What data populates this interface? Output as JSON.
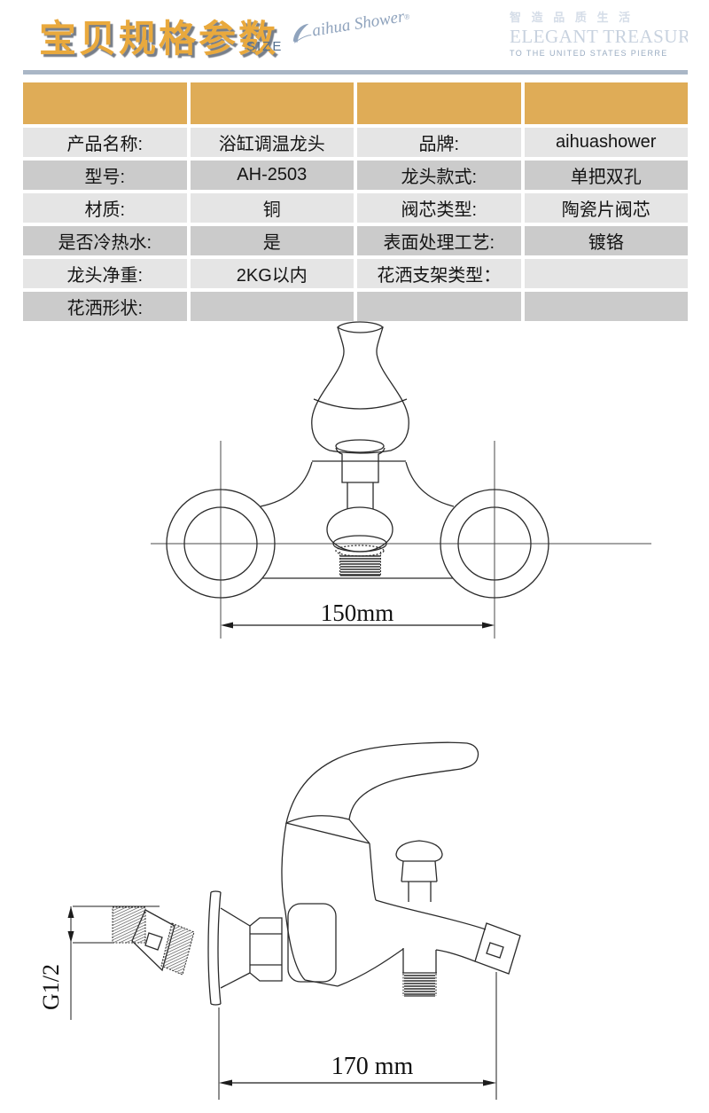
{
  "banner": {
    "title": "宝贝规格参数",
    "size_tag": "SIZE",
    "logo_text": "aihua Shower",
    "logo_reg": "®",
    "slogan_cn": "智 造 品 质 生 活",
    "slogan_en": "ELEGANT TREASURES",
    "slogan_sub": "TO THE UNITED STATES PIERRE"
  },
  "colors": {
    "banner_bg": "#143A63",
    "banner_bg_light": "#1E4A78",
    "banner_title_gold": "#E9A93D",
    "banner_strip": "#A9B6C6",
    "table_header_gold": "#DFAC57",
    "row_light": "#E5E5E5",
    "row_dark": "#CBCBCB",
    "drawing_line": "#2B2B2B"
  },
  "table": {
    "rows": [
      {
        "cells": [
          "产品名称:",
          "浴缸调温龙头",
          "品牌:",
          "aihuashower"
        ]
      },
      {
        "cells": [
          "型号:",
          "AH-2503",
          "龙头款式:",
          "单把双孔"
        ]
      },
      {
        "cells": [
          "材质:",
          "铜",
          "阀芯类型:",
          "陶瓷片阀芯"
        ]
      },
      {
        "cells": [
          "是否冷热水:",
          "是",
          "表面处理工艺:",
          "镀铬"
        ]
      },
      {
        "cells": [
          "龙头净重:",
          "2KG以内",
          "花洒支架类型：",
          ""
        ]
      },
      {
        "cells": [
          "花洒形状:",
          "",
          "",
          ""
        ]
      }
    ]
  },
  "drawings": {
    "front_view": {
      "dim_width": "150mm"
    },
    "side_view": {
      "dim_depth": "170 mm",
      "dim_thread": "G1/2"
    }
  }
}
